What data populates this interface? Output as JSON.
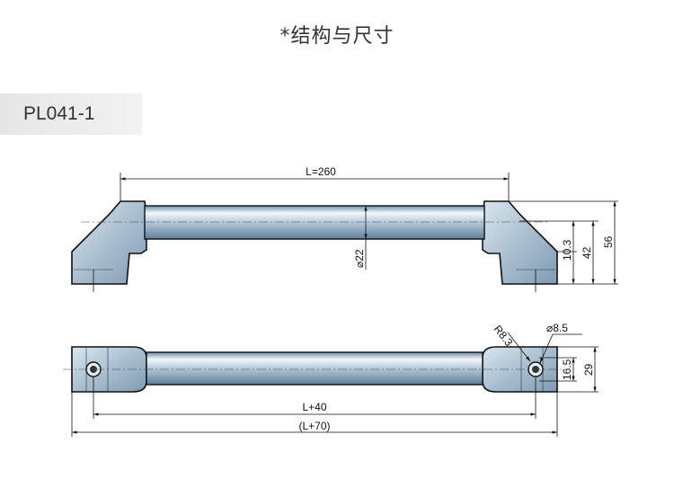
{
  "header": {
    "title": "*结构与尺寸"
  },
  "model": {
    "code": "PL041-1"
  },
  "drawing": {
    "dimensions": {
      "length": "L=260",
      "tube_diameter": "⌀22",
      "offset_height": "10.3",
      "inner_height": "42",
      "total_height": "56",
      "radius": "R8.3",
      "hole_diameter": "⌀8.5",
      "foot_width": "16.5",
      "foot_depth": "29",
      "hole_spacing": "L+40",
      "total_length": "(L+70)"
    }
  }
}
